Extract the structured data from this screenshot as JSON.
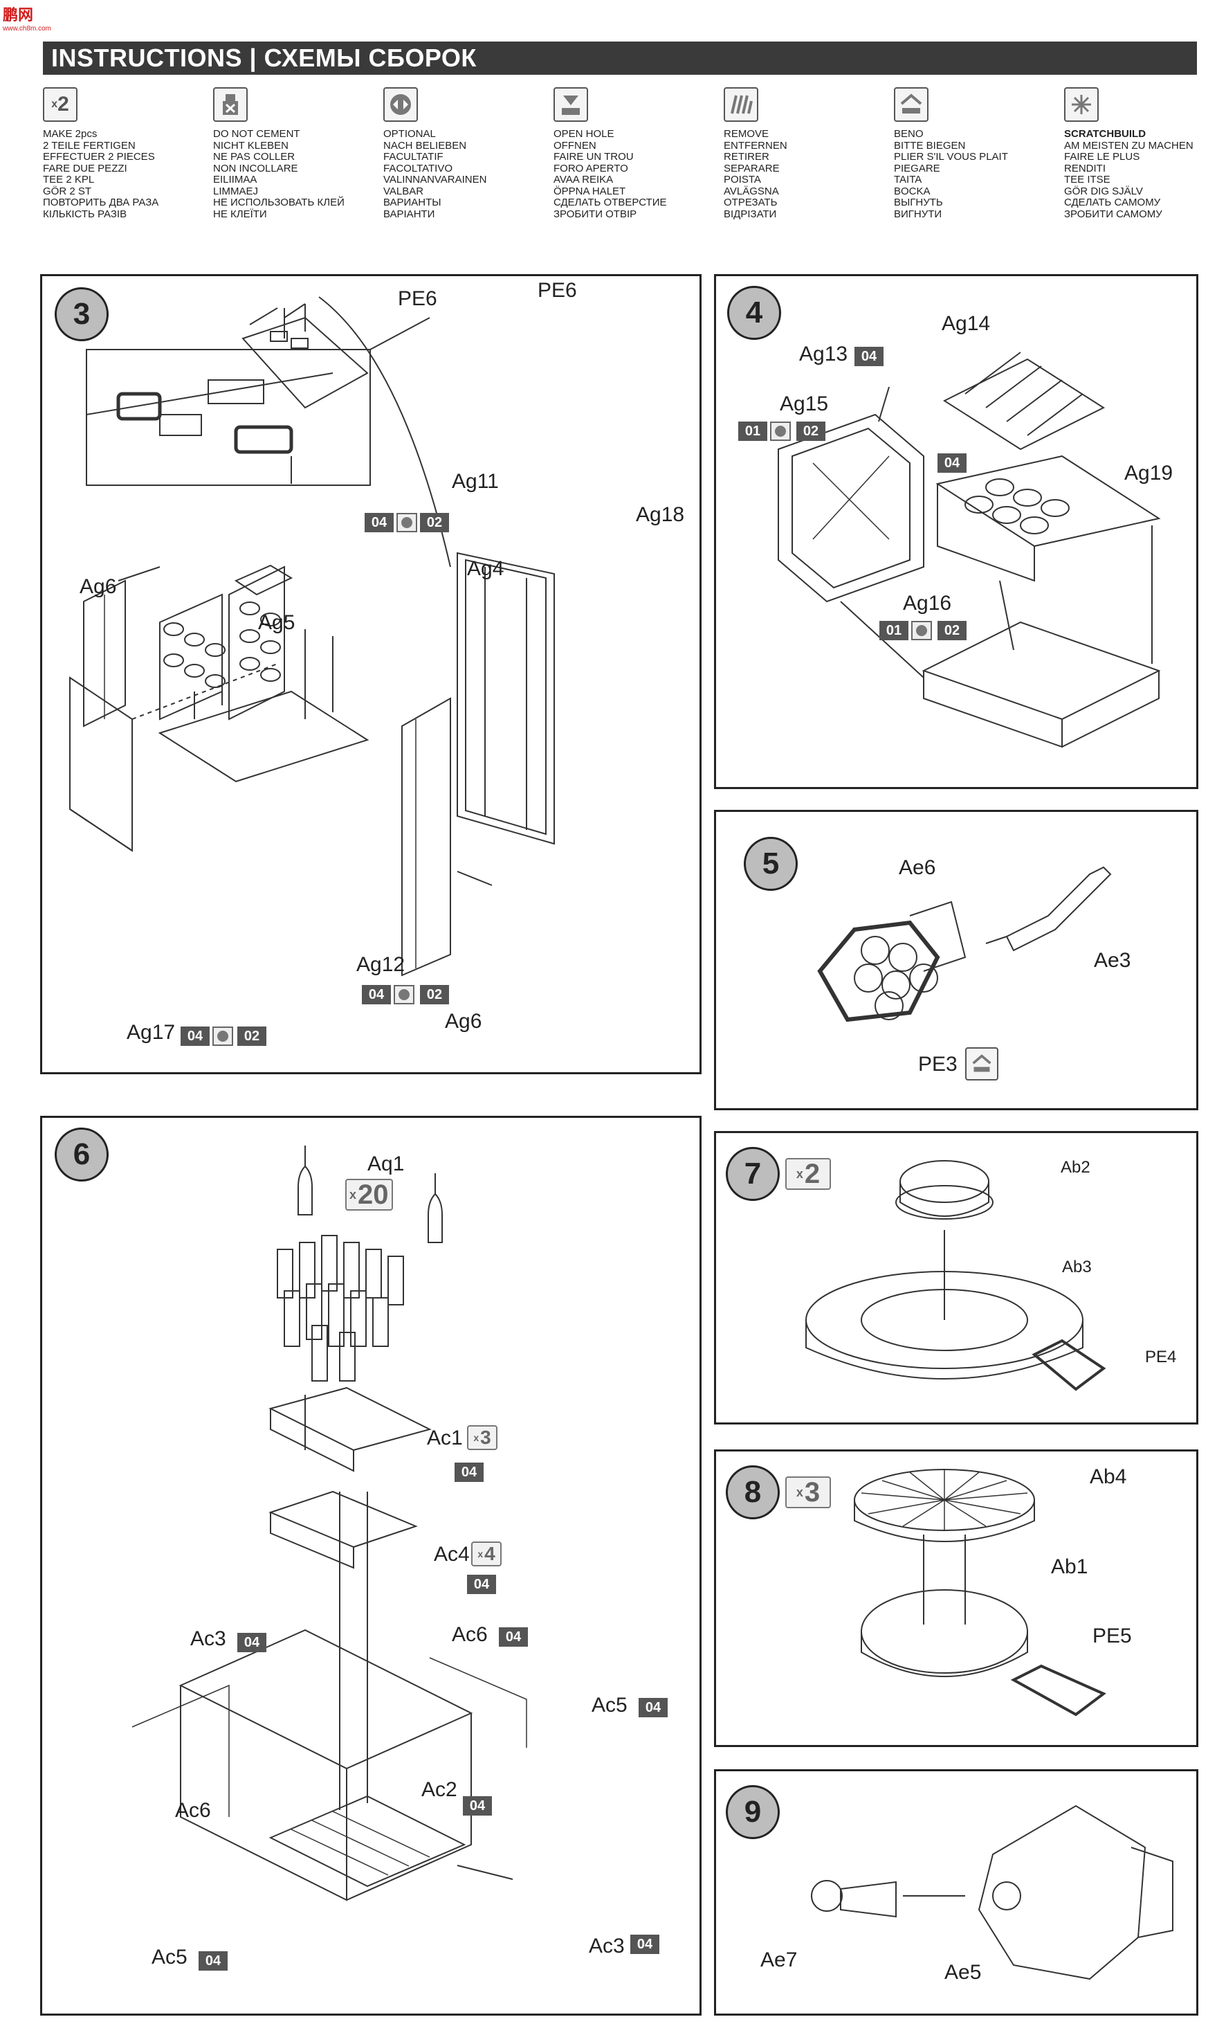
{
  "watermark": {
    "logo": "鹏网",
    "sub": "www.ch8m.com"
  },
  "header": {
    "title": "INSTRUCTIONS | СХЕМЫ СБОРОК"
  },
  "legend": [
    {
      "icon": "x2-icon",
      "symbol": "x2",
      "lines": [
        "MAKE 2pcs",
        "2 TEILE FERTIGEN",
        "EFFECTUER 2 PIECES",
        "FARE DUE PEZZI",
        "TEE 2 KPL",
        "GÖR 2 ST",
        "ПОВТОРИТЬ ДВА РАЗА",
        "КІЛЬКІСТЬ РАЗІВ"
      ]
    },
    {
      "icon": "no-cement-icon",
      "symbol": "",
      "lines": [
        "DO NOT CEMENT",
        "NICHT KLEBEN",
        "NE PAS COLLER",
        "NON INCOLLARE",
        "EILIIMAA",
        "LIMMAEJ",
        "НЕ ИСПОЛЬЗОВАТЬ КЛЕЙ",
        "НЕ КЛЕЇТИ"
      ]
    },
    {
      "icon": "optional-icon",
      "symbol": "",
      "lines": [
        "OPTIONAL",
        "NACH BELIEBEN",
        "FACULTATIF",
        "FACOLTATIVO",
        "VALINNANVARAINEN",
        "VALBAR",
        "ВАРИАНТЫ",
        "ВАРІАНТИ"
      ]
    },
    {
      "icon": "open-hole-icon",
      "symbol": "",
      "lines": [
        "OPEN HOLE",
        "OFFNEN",
        "FAIRE UN TROU",
        "FORO APERTO",
        "AVAA REIKA",
        "ÖPPNA HALET",
        "СДЕЛАТЬ ОТВЕРСТИЕ",
        "ЗРОБИТИ ОТВІР"
      ]
    },
    {
      "icon": "remove-icon",
      "symbol": "",
      "lines": [
        "REMOVE",
        "ENTFERNEN",
        "RETIRER",
        "SEPARARE",
        "POISTA",
        "AVLÄGSNA",
        "ОТРЕЗАТЬ",
        "ВІДРІЗАТИ"
      ]
    },
    {
      "icon": "bend-icon",
      "symbol": "",
      "lines": [
        "BENO",
        "BITTE BIEGEN",
        "PLIER S'IL VOUS PLAIT",
        "PIEGARE",
        "TAITA",
        "BOCKA",
        "ВЫГНУТЬ",
        "ВИГНУТИ"
      ]
    },
    {
      "icon": "scratchbuild-icon",
      "symbol": "",
      "bold_first": true,
      "lines": [
        "SCRATCHBUILD",
        "AM MEISTEN ZU MACHEN",
        "FAIRE LE PLUS",
        "RENDITI",
        "TEE ITSE",
        "GÖR DIG SJÄLV",
        "СДЕЛАТЬ САМОМУ",
        "ЗРОБИТИ САМОМУ"
      ]
    }
  ],
  "steps": {
    "s3": {
      "num": "3",
      "labels": {
        "pe6a": "PE6",
        "pe6b": "PE6",
        "ag11": "Ag11",
        "ag18": "Ag18",
        "ag6a": "Ag6",
        "ag4": "Ag4",
        "ag5": "Ag5",
        "ag12": "Ag12",
        "ag6b": "Ag6",
        "ag17": "Ag17"
      },
      "tag1": "04",
      "tag2": "02"
    },
    "s4": {
      "num": "4",
      "labels": {
        "ag14": "Ag14",
        "ag13": "Ag13",
        "ag15": "Ag15",
        "ag19": "Ag19",
        "ag16": "Ag16"
      },
      "tag1": "04",
      "tag_01": "01",
      "tag2": "02"
    },
    "s5": {
      "num": "5",
      "labels": {
        "ae6": "Ae6",
        "ae3": "Ae3",
        "pe3": "PE3"
      }
    },
    "s6": {
      "num": "6",
      "labels": {
        "aq1": "Aq1",
        "ac1": "Ac1",
        "ac4": "Ac4",
        "ac3a": "Ac3",
        "ac6a": "Ac6",
        "ac5a": "Ac5",
        "ac6b": "Ac6",
        "ac2": "Ac2",
        "ac5b": "Ac5",
        "ac3b": "Ac3"
      },
      "mult_aq1": "20",
      "mult_ac1": "3",
      "mult_ac4": "4",
      "tag": "04"
    },
    "s7": {
      "num": "7",
      "mult": "2",
      "labels": {
        "ab2": "Ab2",
        "ab3": "Ab3",
        "pe4": "PE4"
      }
    },
    "s8": {
      "num": "8",
      "mult": "3",
      "labels": {
        "ab4": "Ab4",
        "ab1": "Ab1",
        "pe5": "PE5"
      }
    },
    "s9": {
      "num": "9",
      "labels": {
        "ae7": "Ae7",
        "ae5": "Ae5"
      }
    }
  }
}
